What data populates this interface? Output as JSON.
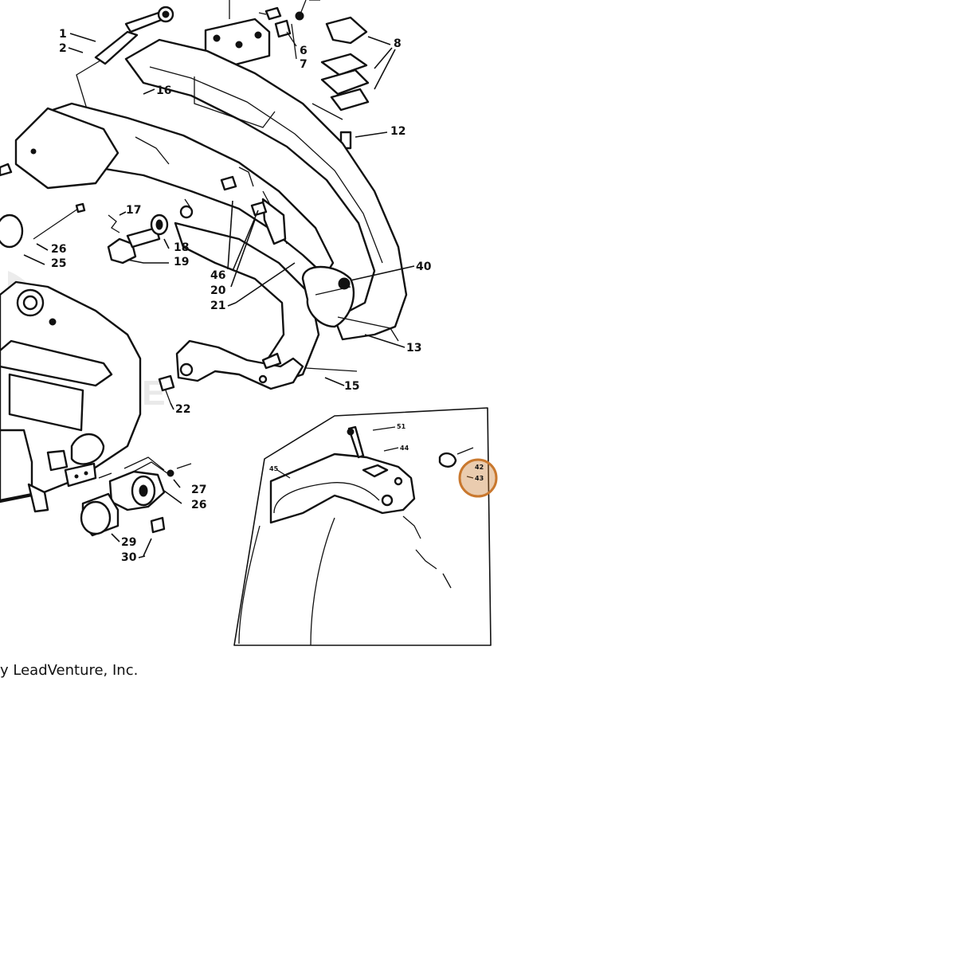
{
  "copyright": "y LeadVenture, Inc.",
  "watermark": "NTURE",
  "highlight_color": "#c9782e",
  "labels": {
    "l1": "1",
    "l2": "2",
    "l6": "6",
    "l7": "7",
    "l8": "8",
    "l12": "12",
    "l13": "13",
    "l15": "15",
    "l16": "16",
    "l17": "17",
    "l18": "18",
    "l19": "19",
    "l20": "20",
    "l21": "21",
    "l22": "22",
    "l25": "25",
    "l26a": "26",
    "l26b": "26",
    "l27": "27",
    "l29": "29",
    "l30": "30",
    "l40": "40",
    "l46": "46"
  },
  "inset_labels": {
    "l51": "51",
    "l44": "44",
    "l45": "45",
    "l42": "42",
    "l43": "43"
  }
}
